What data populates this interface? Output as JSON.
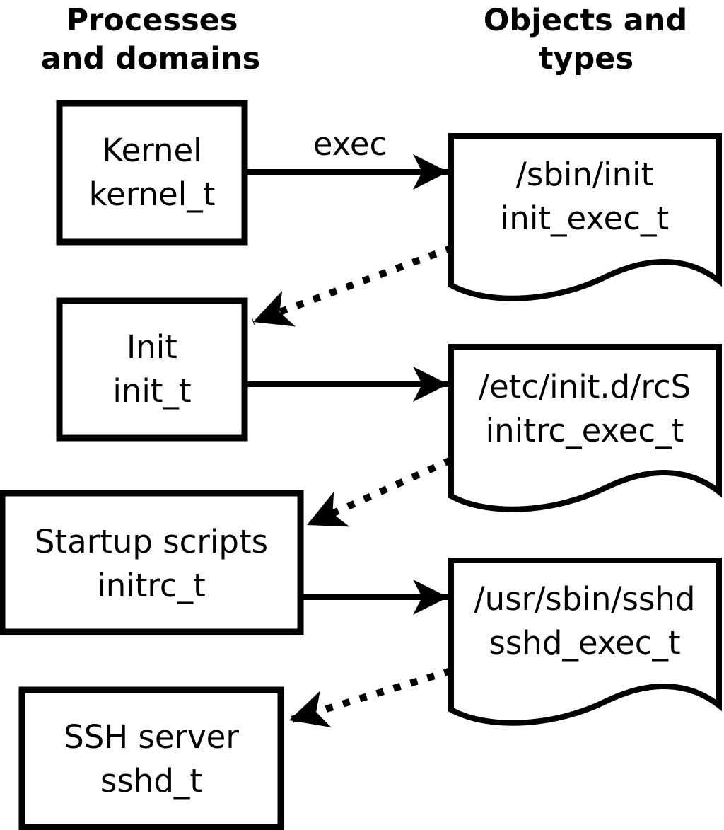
{
  "headers": {
    "left_line1": "Processes",
    "left_line2": "and domains",
    "right_line1": "Objects and",
    "right_line2": "types"
  },
  "processes": [
    {
      "name": "Kernel",
      "domain": "kernel_t"
    },
    {
      "name": "Init",
      "domain": "init_t"
    },
    {
      "name": "Startup scripts",
      "domain": "initrc_t"
    },
    {
      "name": "SSH server",
      "domain": "sshd_t"
    }
  ],
  "objects": [
    {
      "path": "/sbin/init",
      "type": "init_exec_t"
    },
    {
      "path": "/etc/init.d/rcS",
      "type": "initrc_exec_t"
    },
    {
      "path": "/usr/sbin/sshd",
      "type": "sshd_exec_t"
    }
  ],
  "arrows": {
    "exec_label": "exec",
    "solid": [
      {
        "from": "Kernel kernel_t",
        "to": "/sbin/init init_exec_t"
      },
      {
        "from": "Init init_t",
        "to": "/etc/init.d/rcS initrc_exec_t"
      },
      {
        "from": "Startup scripts initrc_t",
        "to": "/usr/sbin/sshd sshd_exec_t"
      }
    ],
    "dotted": [
      {
        "from": "/sbin/init init_exec_t",
        "to": "Init init_t"
      },
      {
        "from": "/etc/init.d/rcS initrc_exec_t",
        "to": "Startup scripts initrc_t"
      },
      {
        "from": "/usr/sbin/sshd sshd_exec_t",
        "to": "SSH server sshd_t"
      }
    ]
  },
  "colors": {
    "foreground": "#000000",
    "background": "#ffffff"
  }
}
